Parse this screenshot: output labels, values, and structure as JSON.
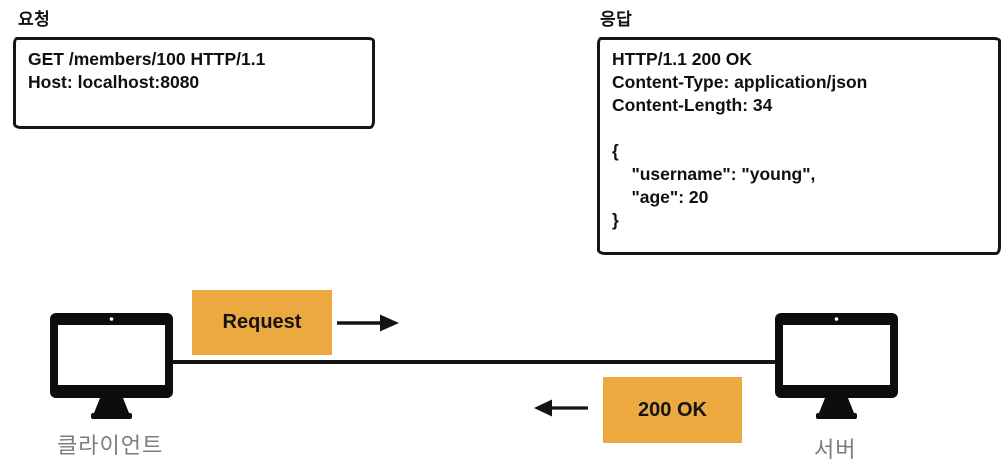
{
  "request_panel": {
    "title": "요청",
    "lines": [
      "GET /members/100 HTTP/1.1",
      "Host: localhost:8080"
    ]
  },
  "response_panel": {
    "title": "응답",
    "lines": [
      "HTTP/1.1 200 OK",
      "Content-Type: application/json",
      "Content-Length: 34",
      "",
      "{",
      "    \"username\": \"young\",",
      "    \"age\": 20",
      "}"
    ]
  },
  "diagram": {
    "request_arrow_label": "Request",
    "response_arrow_label": "200 OK",
    "client_label": "클라이언트",
    "server_label": "서버"
  },
  "colors": {
    "accent_orange": "#ECA93F",
    "ink": "#141414",
    "label_gray": "#7c7c7c"
  }
}
